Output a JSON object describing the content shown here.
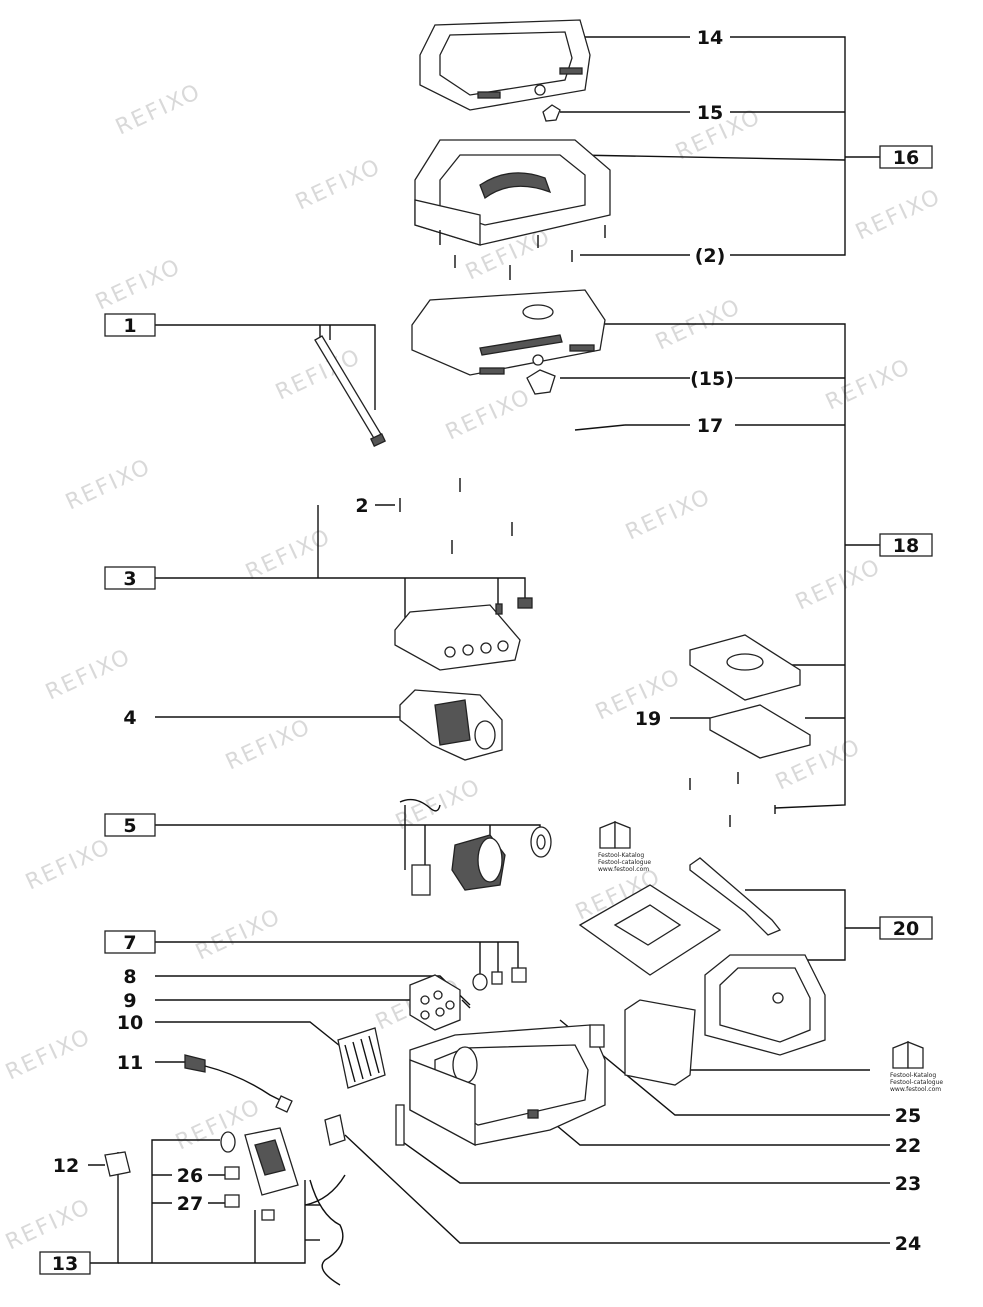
{
  "watermark": "REFIXO",
  "labels": {
    "l1": "1",
    "l2": "2",
    "l3": "3",
    "l4": "4",
    "l5": "5",
    "l7": "7",
    "l8": "8",
    "l9": "9",
    "l10": "10",
    "l11": "11",
    "l12": "12",
    "l13": "13",
    "l14": "14",
    "l15": "15",
    "l16": "16",
    "l2p": "(2)",
    "l15p": "(15)",
    "l17": "17",
    "l18": "18",
    "l19": "19",
    "l20": "20",
    "l22": "22",
    "l23": "23",
    "l24": "24",
    "l25": "25",
    "l26": "26",
    "l27": "27"
  },
  "catalog": {
    "line1": "Festool-Katalog",
    "line2": "Festool-catalogue",
    "line3": "www.festool.com"
  },
  "colors": {
    "ink": "#111111",
    "watermark": "#d9d9d9"
  }
}
